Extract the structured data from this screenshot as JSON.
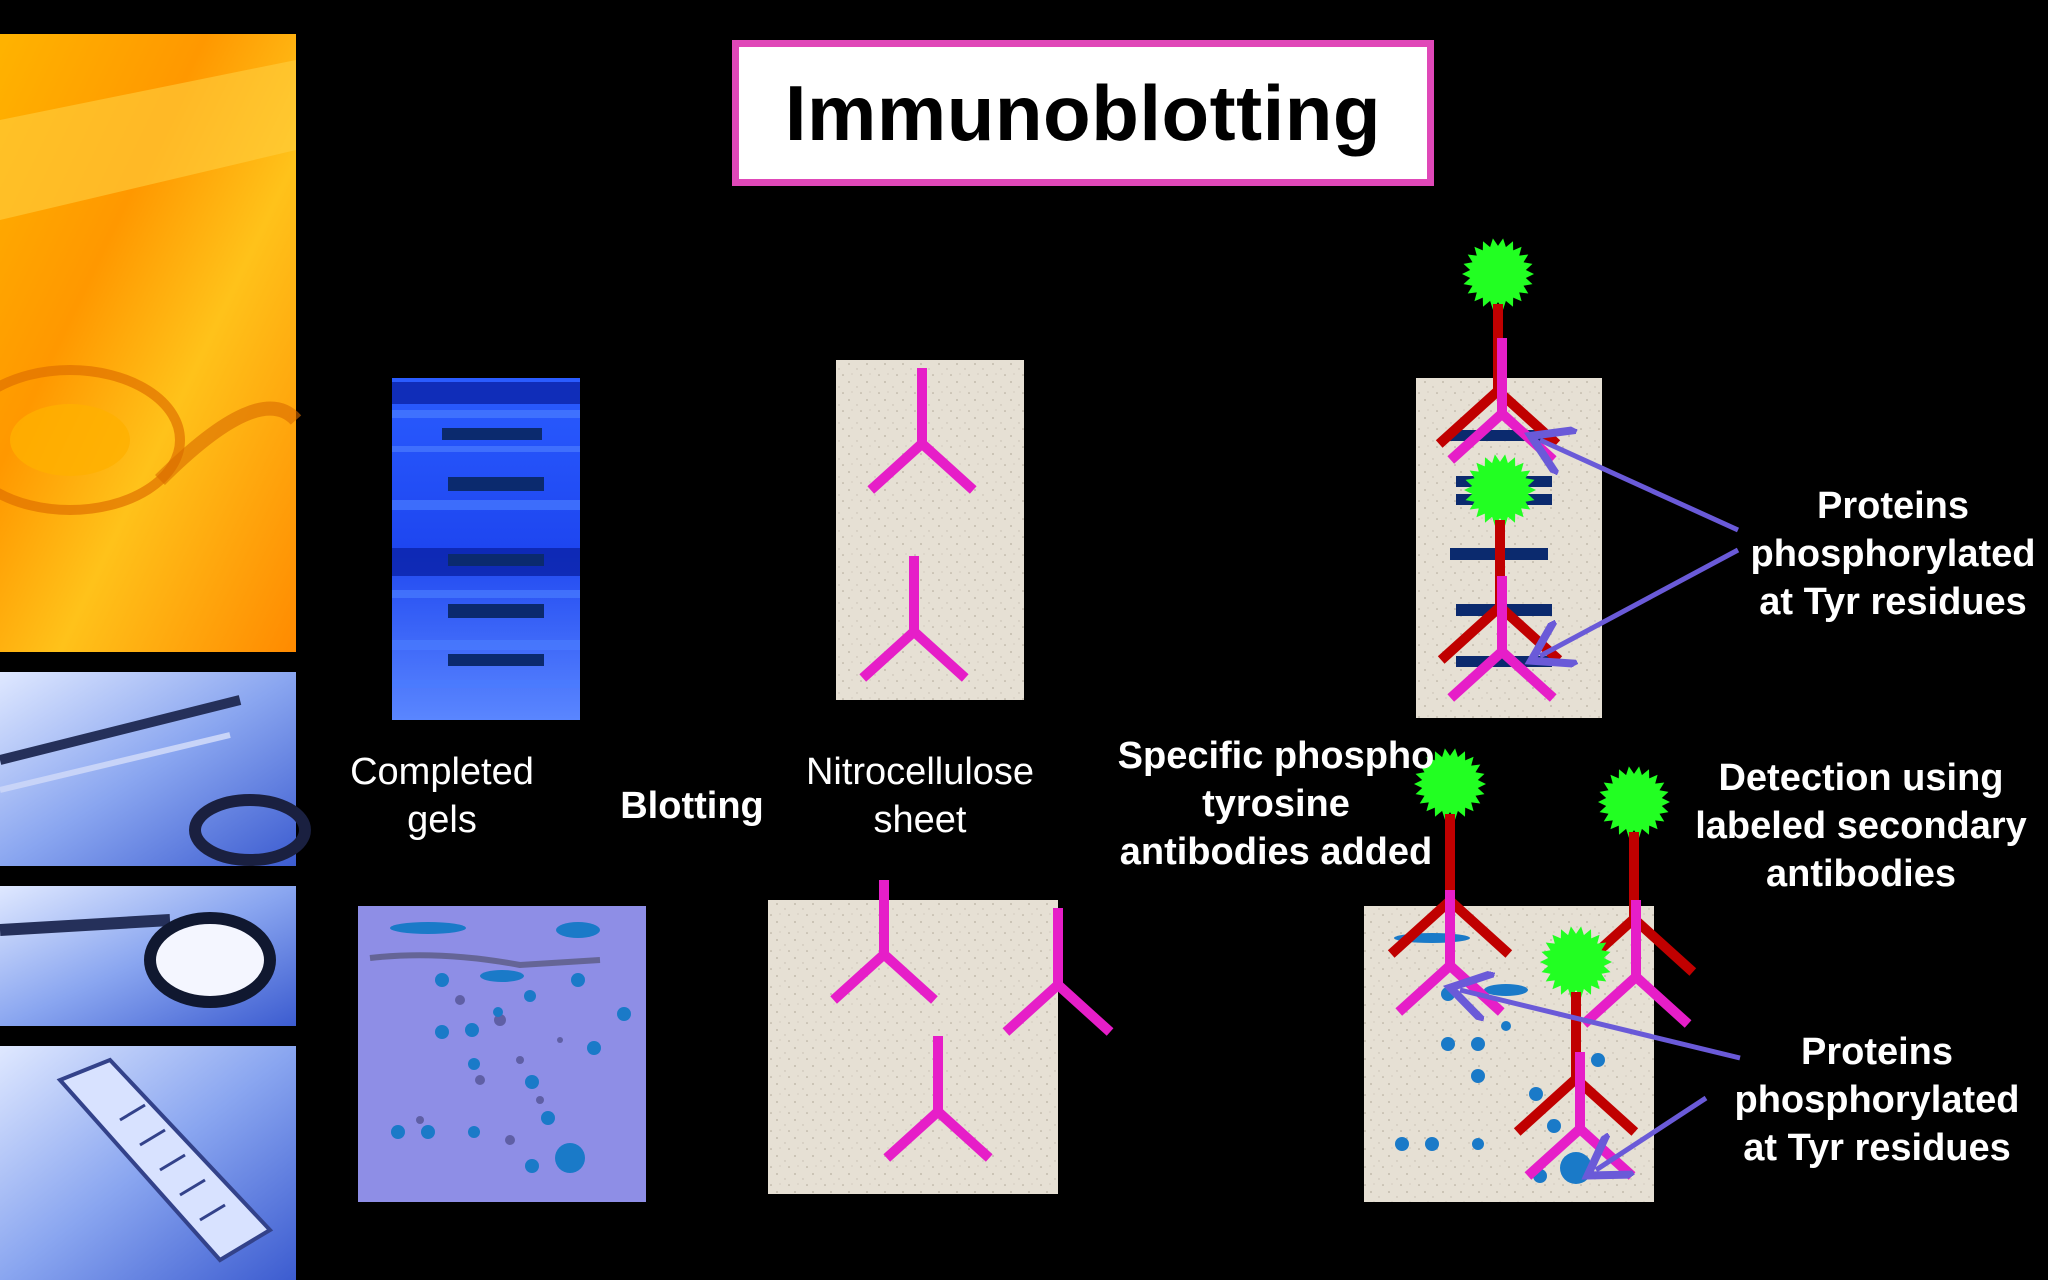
{
  "title": "Immunoblotting",
  "labels": {
    "completed_gels": [
      "Completed",
      "gels"
    ],
    "blotting": "Blotting",
    "nitrocellulose": [
      "Nitrocellulose",
      "sheet"
    ],
    "specific_antibodies": [
      "Specific phospho",
      "tyrosine",
      "antibodies added"
    ],
    "detection": [
      "Detection using",
      "labeled secondary",
      "antibodies"
    ],
    "proteins_top": [
      "Proteins",
      "phosphorylated",
      "at Tyr residues"
    ],
    "proteins_bottom": [
      "Proteins",
      "phosphorylated",
      "at Tyr residues"
    ]
  },
  "colors": {
    "frame": "#e048b8",
    "primary_antibody": "#e61ec8",
    "secondary_antibody": "#c00000",
    "label_star": "#22ff22",
    "arrow": "#6a5ad8",
    "band": "#0b2a6e",
    "membrane": "#e6e0d4",
    "gel_blue": "#1e46f0",
    "gel_2d": "#8e8ee6",
    "spot": "#1a7ac8"
  },
  "icons": [
    "stethoscope-photo",
    "magnifier-photo",
    "syringe-photo"
  ]
}
